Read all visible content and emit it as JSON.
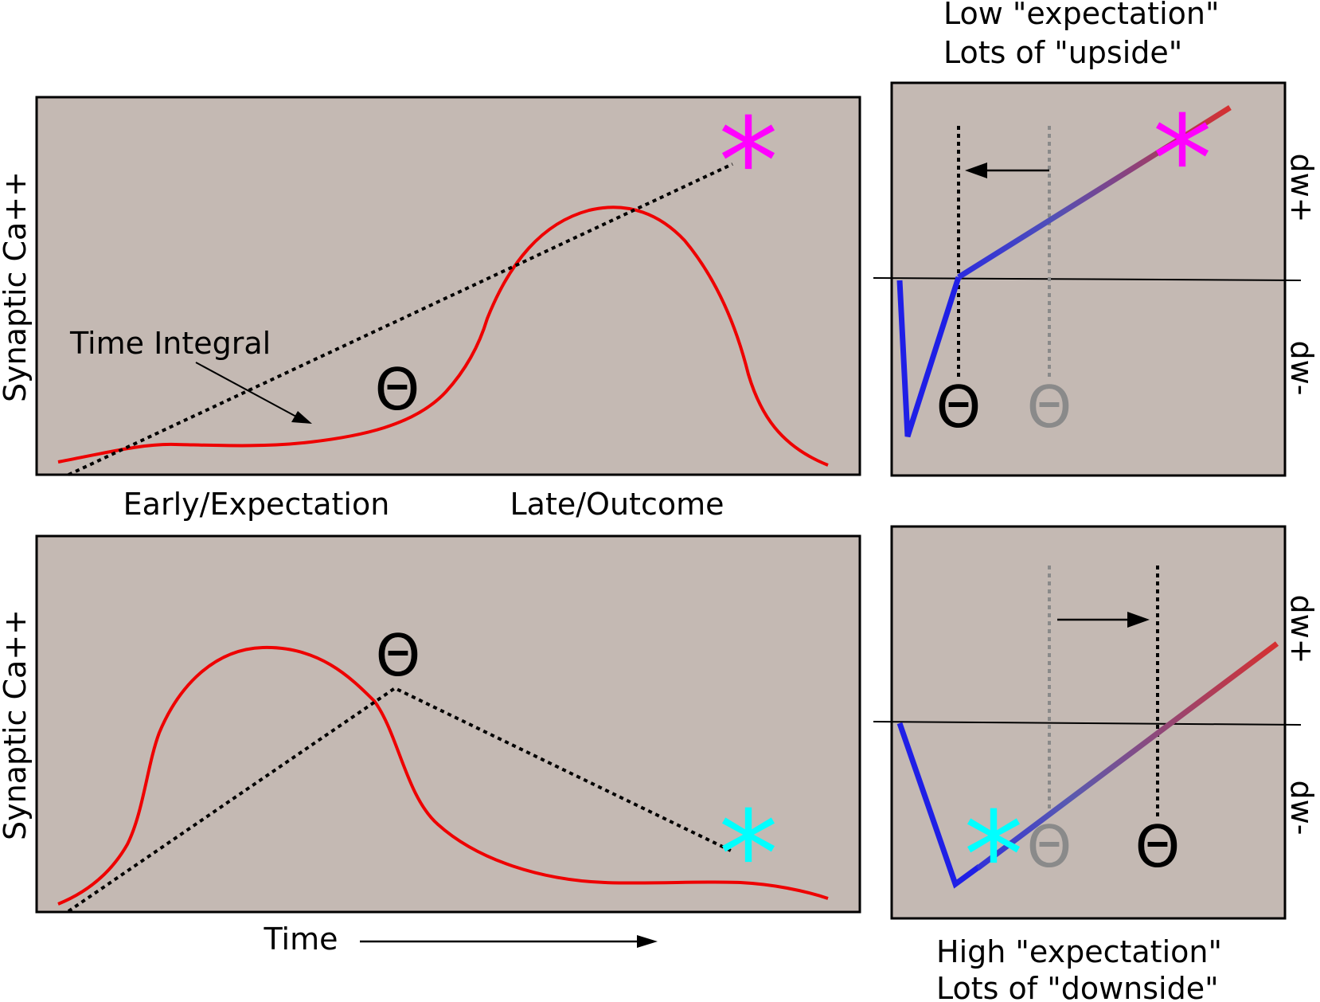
{
  "top_left_panel": {
    "ylabel": "Synaptic Ca++",
    "annotation": "Time Integral",
    "theta": "Θ",
    "marker": "*",
    "marker_color": "#ff00ff",
    "xlabel_early": "Early/Expectation",
    "xlabel_late": "Late/Outcome"
  },
  "bottom_left_panel": {
    "ylabel": "Synaptic Ca++",
    "theta": "Θ",
    "marker": "*",
    "marker_color": "#00ffff",
    "xlabel": "Time"
  },
  "top_right_panel": {
    "caption_line1": "Low \"expectation\"",
    "caption_line2": "Lots of \"upside\"",
    "theta_new": "Θ",
    "theta_old": "Θ",
    "marker": "*",
    "marker_color": "#ff00ff",
    "dw_plus": "dw+",
    "dw_minus": "dw-"
  },
  "bottom_right_panel": {
    "caption_line1": "High \"expectation\"",
    "caption_line2": "Lots of \"downside\"",
    "theta_new": "Θ",
    "theta_old": "Θ",
    "marker": "*",
    "marker_color": "#00ffff",
    "dw_plus": "dw+",
    "dw_minus": "dw-"
  },
  "colors": {
    "panel_bg": "#c4b9b3",
    "curve": "#ee0000",
    "dw_negative": "#1f1fe6",
    "dw_positive": "#d63030",
    "old_theta": "#8a8a8a"
  }
}
